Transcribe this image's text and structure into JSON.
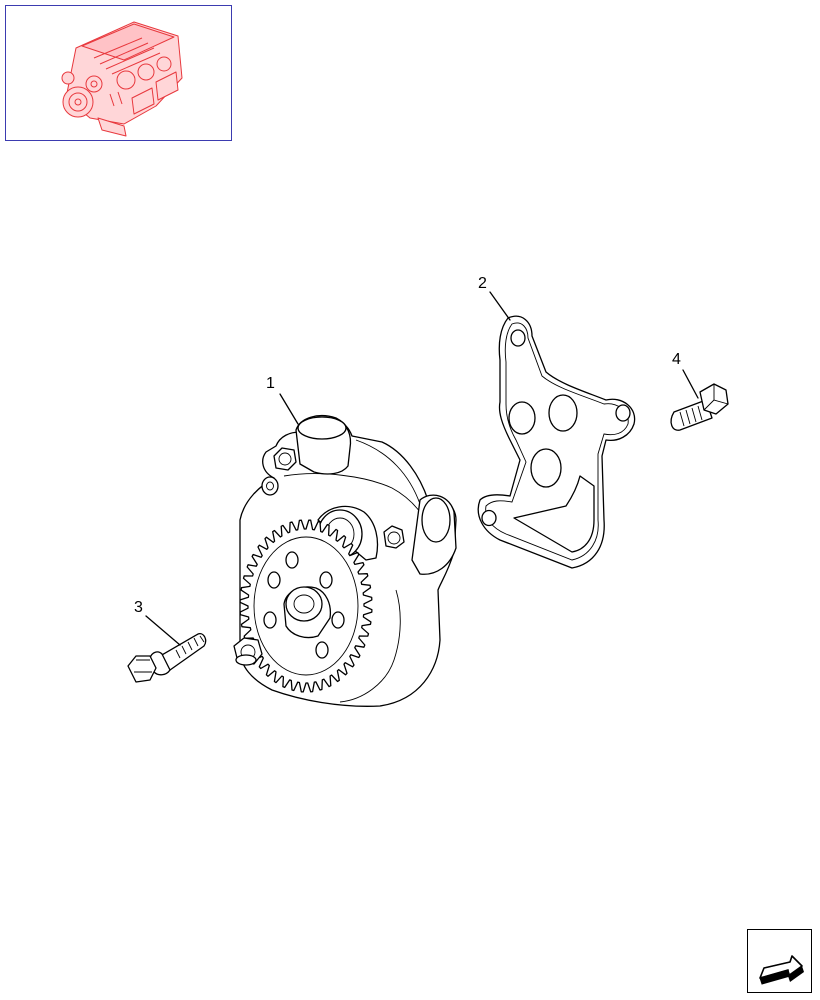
{
  "thumbnail": {
    "icon": "engine-thumbnail-icon",
    "highlight_color": "#e8383d",
    "frame_color": "#3b3bb0"
  },
  "callouts": [
    {
      "number": "1",
      "part": "oil-pump"
    },
    {
      "number": "2",
      "part": "gasket"
    },
    {
      "number": "3",
      "part": "flange-bolt"
    },
    {
      "number": "4",
      "part": "hex-bolt"
    }
  ],
  "navigation": {
    "icon": "next-page-arrow-icon"
  }
}
